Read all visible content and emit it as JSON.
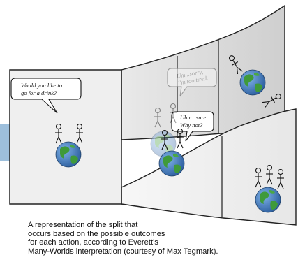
{
  "panel1": {
    "speech": [
      "Would you like to",
      "go for a drink?"
    ]
  },
  "panel2": {
    "speech_faded": [
      "Um...sorry,",
      "I'm too tired."
    ],
    "speech": [
      "Uhm...sure.",
      "Why not?"
    ]
  },
  "caption": {
    "lines": [
      "A representation of the split that",
      "occurs based on the possible outcomes",
      "for each action, according to Everett's",
      "Many-Worlds interpretation (courtesy of Max Tegmark)."
    ]
  },
  "colors": {
    "ocean": "#3f7fc4",
    "land": "#3f9a3a",
    "side_bar": "#9dbfdc"
  }
}
